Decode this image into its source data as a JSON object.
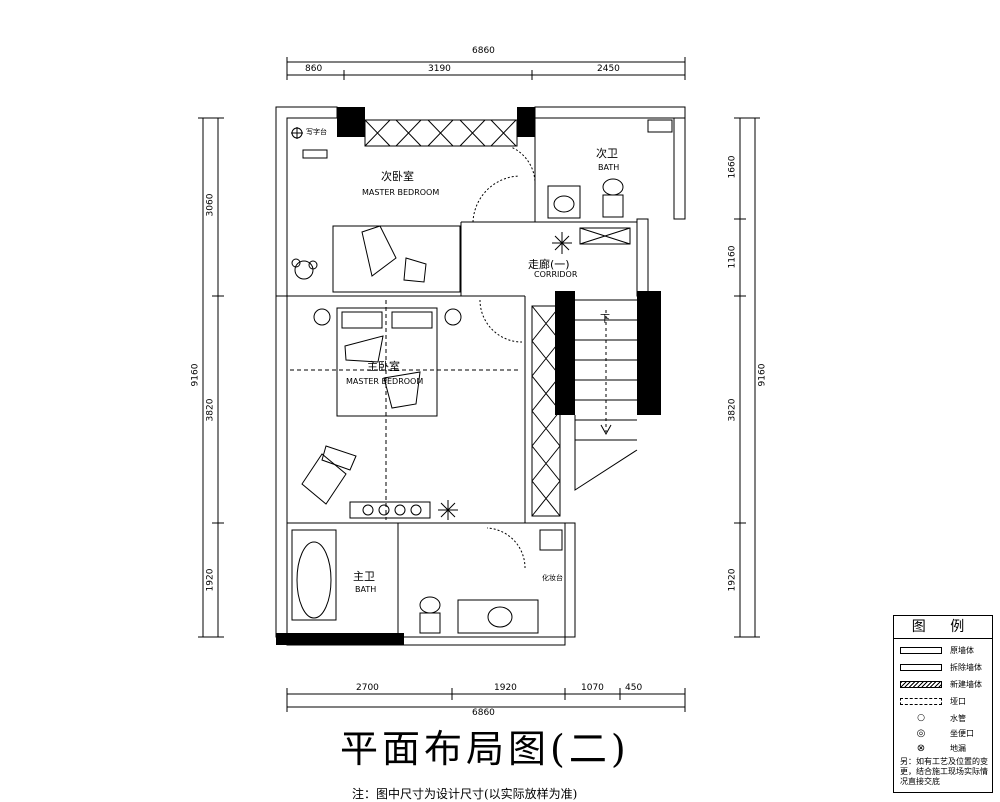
{
  "title": "平面布局图(二)",
  "note": "注：图中尺寸为设计尺寸(以实际放样为准)",
  "dimensions": {
    "top_total": "6860",
    "top_segments": [
      "860",
      "3190",
      "2450"
    ],
    "bottom_total": "6860",
    "bottom_segments": [
      "2700",
      "1920",
      "1070",
      "450"
    ],
    "left_total": "9160",
    "left_segments": [
      "3060",
      "3820",
      "1920"
    ],
    "right_total": "9160",
    "right_segments": [
      "1660",
      "1160",
      "3820",
      "1920"
    ]
  },
  "rooms": {
    "second_bedroom": {
      "cn": "次卧室",
      "en": "MASTER BEDROOM"
    },
    "second_bath": {
      "cn": "次卫",
      "en": "BATH"
    },
    "corridor": {
      "cn": "走廊(一)",
      "en": "CORRIDOR"
    },
    "master_bedroom": {
      "cn": "主卧室",
      "en": "MASTER BEDROOM"
    },
    "master_bath": {
      "cn": "主卫",
      "en": "BATH"
    },
    "stair_down": "下",
    "desk": "写字台",
    "vanity": "化妆台"
  },
  "legend": {
    "title": "图 例",
    "items": [
      {
        "label": "原墙体",
        "icon": "solid-wall-swatch"
      },
      {
        "label": "拆除墙体",
        "icon": "demolished-wall-swatch"
      },
      {
        "label": "新建墙体",
        "icon": "new-wall-swatch"
      },
      {
        "label": "垭口",
        "icon": "opening-swatch"
      },
      {
        "label": "水管",
        "icon": "water-pipe-icon"
      },
      {
        "label": "坐便口",
        "icon": "toilet-drain-icon"
      },
      {
        "label": "地漏",
        "icon": "floor-drain-icon"
      }
    ],
    "footnote": "另：如有工艺及位置的变更，结合施工现场实际情况直接交底"
  },
  "colors": {
    "line": "#000000",
    "background": "#ffffff"
  }
}
